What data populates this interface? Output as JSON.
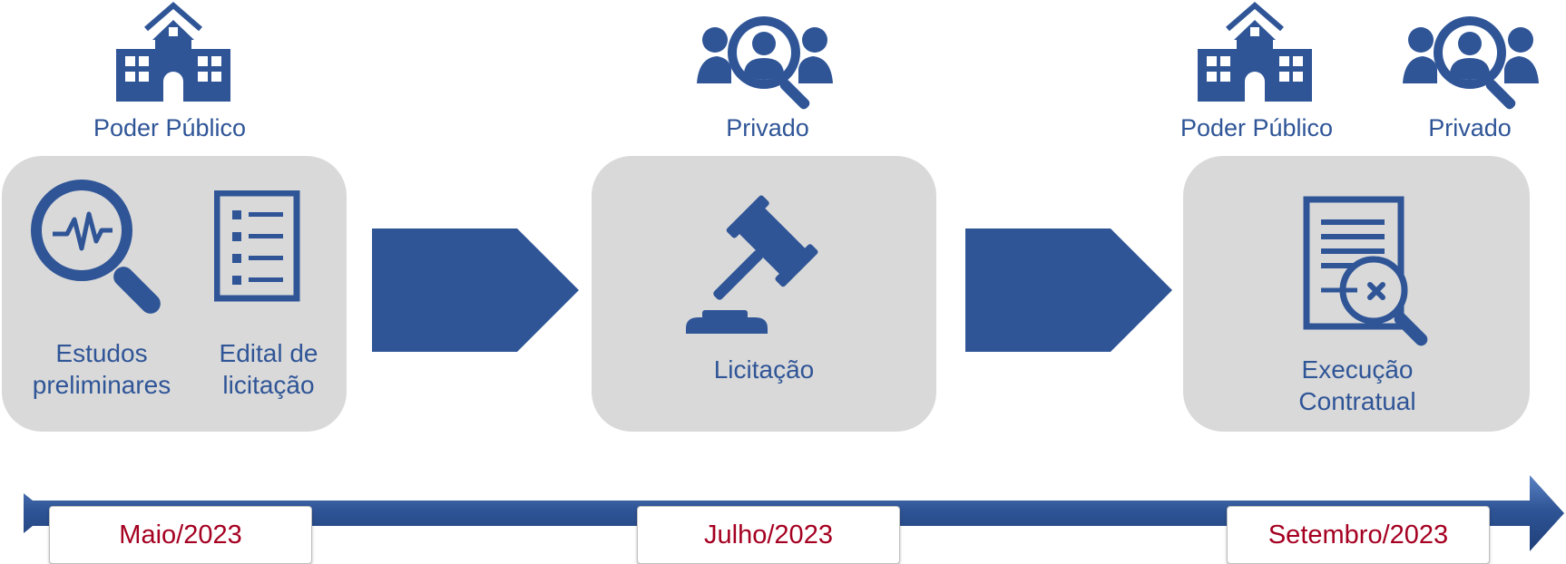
{
  "actors": {
    "poder_publico_1": "Poder Público",
    "privado_1": "Privado",
    "poder_publico_2": "Poder Público",
    "privado_2": "Privado"
  },
  "stages": {
    "stage1": {
      "steps": [
        "Estudos preliminares",
        "Edital de licitação"
      ],
      "icons": [
        "analysis-magnifier-icon",
        "checklist-document-icon"
      ]
    },
    "stage2": {
      "steps": [
        "Licitação"
      ],
      "icons": [
        "gavel-icon"
      ]
    },
    "stage3": {
      "steps": [
        "Execução Contratual"
      ],
      "icons": [
        "contract-review-icon"
      ]
    }
  },
  "timeline": {
    "dates": [
      "Maio/2023",
      "Julho/2023",
      "Setembro/2023"
    ]
  },
  "colors": {
    "primary_blue": "#2f5597",
    "box_gray": "#d9d9d9",
    "date_red": "#a50021"
  }
}
